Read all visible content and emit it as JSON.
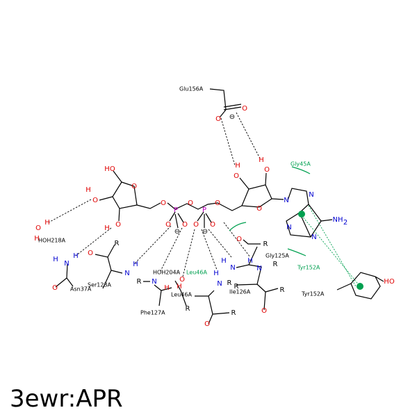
{
  "title": "3ewr:APR",
  "colors": {
    "O": "#e00000",
    "N": "#0000d0",
    "P": "#c000c0",
    "interaction": "#00a050",
    "C": "#000000"
  },
  "residues": {
    "glu156": "Glu156A",
    "gly45": "Gly45A",
    "hoh218": "HOH218A",
    "ser123": "Ser123A",
    "asn37": "Asn37A",
    "hoh204": "HOH204A",
    "leu46a_green": "Leu46A",
    "leu46": "Leu46A",
    "phe127": "Phe127A",
    "gly125": "Gly125A",
    "tyr152_green": "Tyr152A",
    "ile126": "Ile126A",
    "tyr152": "Tyr152A"
  },
  "atoms": {
    "O": "O",
    "N": "N",
    "P": "P",
    "H": "H",
    "R": "R",
    "HO": "HO",
    "OH": "OH",
    "NH2": "NH",
    "NH2_sub": "2",
    "minus": "⊖"
  }
}
